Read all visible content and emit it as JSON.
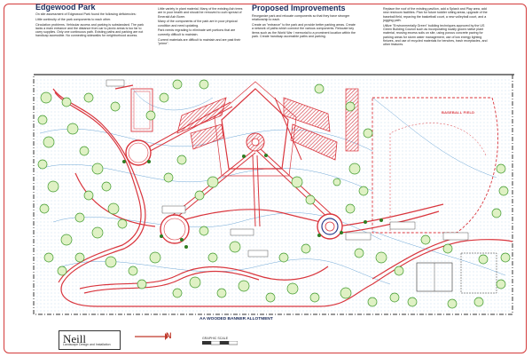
{
  "title_left": "Edgewood Park",
  "title_center": "Proposed Improvements",
  "intro_text": "On site assessment of Edgewood Park found the following deficiencies:",
  "col1_points": [
    "Little continuity of the park components to each other.",
    "Circulation problems. Vehicular access and parking is substandard. The park lacks a main entrance and the distance from car to picnic areas is too far to carry supplies. Only one continuous path. Existing paths and parking are not handicap accessible. No connecting sidewalks for neighborhood access."
  ],
  "col2_points": [
    "Little variety in plant material. Many of the existing Ash trees are in poor health and should be removed to curb spread of Emerald Ash Borer.",
    "Many of the components of the park are in poor physical condition and need updating.",
    "Park needs regrading to eliminate wet portions that are currently difficult to maintain.",
    "Current materials are difficult to maintain and are past their \"prime\"."
  ],
  "col3_points": [
    "Reorganize park and relocate components so that they have stronger relationship to each.",
    "Create an \"entrance\" to the park and provide better parking areas. Create a network of paths which connect the various components. Relocate key items such as the World War I memorial to a prominent location within the park. Create handicap accessible paths and parking."
  ],
  "col4_points": [
    "Replace the roof of the existing pavilion, add a Splash and Play area, add new restroom facilities. Plan for future toddler sitting areas, upgrade of the baseball field, repaving the basketball court, a new volleyball court, and a jogging path.",
    "Utilize \"Environmentally Green\" building techniques approved by the US Green Building Council such as incorporating locally grown native plant material, reusing excess soils on site, using porous concrete paving for parking areas for storm water management, use of low energy lighting fixtures, and use of recycled materials for benches, trash receptacles, and other features."
  ],
  "field_label": "BASEBALL FIELD",
  "bottom_ribbon": "AA WOODED BANNER ALLOTMENT",
  "logo_name": "Neill",
  "logo_sub": "Landscape Design and Installation",
  "north_label": "N",
  "scale_label": "GRAPHIC SCALE"
}
